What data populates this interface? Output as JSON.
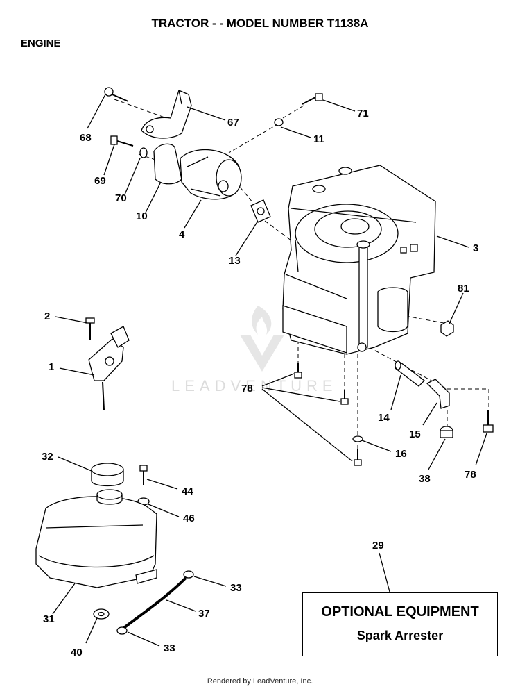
{
  "title": "TRACTOR - - MODEL NUMBER T1138A",
  "section": "ENGINE",
  "labels": {
    "p68": "68",
    "p67": "67",
    "p71": "71",
    "p11": "11",
    "p69": "69",
    "p70": "70",
    "p10": "10",
    "p4": "4",
    "p13": "13",
    "p3": "3",
    "p81": "81",
    "p2": "2",
    "p1": "1",
    "p78a": "78",
    "p14": "14",
    "p15": "15",
    "p16": "16",
    "p38": "38",
    "p78b": "78",
    "p32": "32",
    "p44": "44",
    "p46": "46",
    "p29": "29",
    "p33a": "33",
    "p37": "37",
    "p31": "31",
    "p40": "40",
    "p33b": "33"
  },
  "watermark": {
    "text": "LEADVENTURE",
    "color": "#dcdcdc"
  },
  "optional": {
    "title": "OPTIONAL EQUIPMENT",
    "item": "Spark Arrester"
  },
  "footer": "Rendered by LeadVenture, Inc."
}
